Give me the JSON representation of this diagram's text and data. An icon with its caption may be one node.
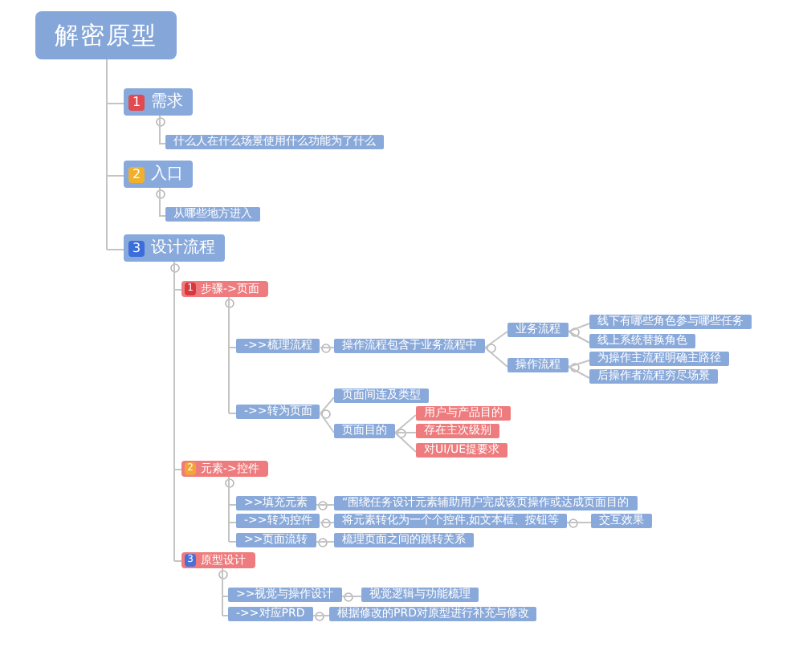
{
  "diagram": {
    "nodes": [
      {
        "text": [
          "解密原型"
        ]
      },
      {
        "text": [
          "1",
          "需求"
        ]
      },
      {
        "text": [
          "什么人在什么场景使用什么功能为了什么"
        ]
      },
      {
        "text": [
          "2",
          "入口"
        ]
      },
      {
        "text": [
          "从哪些地方进入"
        ]
      },
      {
        "text": [
          "3",
          "设计流程"
        ]
      },
      {
        "text": [
          "1",
          "步骤->页面"
        ]
      },
      {
        "text": [
          "->>梳理流程"
        ]
      },
      {
        "text": [
          "操作流程包含于业务流程中"
        ]
      },
      {
        "text": [
          "业务流程"
        ]
      },
      {
        "text": [
          "线下有哪些角色参与哪些任务"
        ]
      },
      {
        "text": [
          "线上系统替换角色"
        ]
      },
      {
        "text": [
          "操作流程"
        ]
      },
      {
        "text": [
          "为操作主流程明确主路径"
        ]
      },
      {
        "text": [
          "后操作者流程穷尽场景"
        ]
      },
      {
        "text": [
          "->>转为页面"
        ]
      },
      {
        "text": [
          "页面间连及类型"
        ]
      },
      {
        "text": [
          "页面目的"
        ]
      },
      {
        "text": [
          "用户与产品目的"
        ]
      },
      {
        "text": [
          "存在主次级别"
        ]
      },
      {
        "text": [
          "对UI/UE提要求"
        ]
      },
      {
        "text": [
          "2",
          "元素->控件"
        ]
      },
      {
        "text": [
          ">>填充元素"
        ]
      },
      {
        "text": [
          "“围绕任务设计元素辅助用户完成该页操作或达成页面目的"
        ]
      },
      {
        "text": [
          "->>转为控件"
        ]
      },
      {
        "text": [
          "将元素转化为一个个控件,如文本框、按钮等"
        ]
      },
      {
        "text": [
          "交互效果"
        ]
      },
      {
        "text": [
          ">>页面流转"
        ]
      },
      {
        "text": [
          "梳理页面之间的跳转关系"
        ]
      },
      {
        "text": [
          "3",
          "原型设计"
        ]
      },
      {
        "text": [
          ">>视觉与操作设计"
        ]
      },
      {
        "text": [
          "视觉逻辑与功能梳理"
        ]
      },
      {
        "text": [
          "->>对应PRD"
        ]
      },
      {
        "text": [
          "根据修改的PRD对原型进行补充与修改"
        ]
      }
    ],
    "edges": [
      {
        "from": 0,
        "to": 1,
        "arrow": "none"
      },
      {
        "from": 1,
        "to": 2,
        "arrow": "none"
      },
      {
        "from": 0,
        "to": 3,
        "arrow": "none"
      },
      {
        "from": 3,
        "to": 4,
        "arrow": "none"
      },
      {
        "from": 0,
        "to": 5,
        "arrow": "none"
      },
      {
        "from": 5,
        "to": 6,
        "arrow": "none"
      },
      {
        "from": 6,
        "to": 7,
        "arrow": "none"
      },
      {
        "from": 7,
        "to": 8,
        "arrow": "none"
      },
      {
        "from": 8,
        "to": 9,
        "arrow": "none"
      },
      {
        "from": 9,
        "to": 10,
        "arrow": "none"
      },
      {
        "from": 9,
        "to": 11,
        "arrow": "none"
      },
      {
        "from": 8,
        "to": 12,
        "arrow": "none"
      },
      {
        "from": 12,
        "to": 13,
        "arrow": "none"
      },
      {
        "from": 12,
        "to": 14,
        "arrow": "none"
      },
      {
        "from": 6,
        "to": 15,
        "arrow": "none"
      },
      {
        "from": 15,
        "to": 16,
        "arrow": "none"
      },
      {
        "from": 15,
        "to": 17,
        "arrow": "none"
      },
      {
        "from": 17,
        "to": 18,
        "arrow": "none"
      },
      {
        "from": 17,
        "to": 19,
        "arrow": "none"
      },
      {
        "from": 17,
        "to": 20,
        "arrow": "none"
      },
      {
        "from": 5,
        "to": 21,
        "arrow": "none"
      },
      {
        "from": 21,
        "to": 22,
        "arrow": "none"
      },
      {
        "from": 22,
        "to": 23,
        "arrow": "none"
      },
      {
        "from": 21,
        "to": 24,
        "arrow": "none"
      },
      {
        "from": 24,
        "to": 25,
        "arrow": "none"
      },
      {
        "from": 25,
        "to": 26,
        "arrow": "none"
      },
      {
        "from": 21,
        "to": 27,
        "arrow": "none"
      },
      {
        "from": 27,
        "to": 28,
        "arrow": "none"
      },
      {
        "from": 5,
        "to": 29,
        "arrow": "none"
      },
      {
        "from": 29,
        "to": 30,
        "arrow": "none"
      },
      {
        "from": 30,
        "to": 31,
        "arrow": "none"
      },
      {
        "from": 29,
        "to": 32,
        "arrow": "none"
      },
      {
        "from": 32,
        "to": 33,
        "arrow": "none"
      }
    ]
  }
}
